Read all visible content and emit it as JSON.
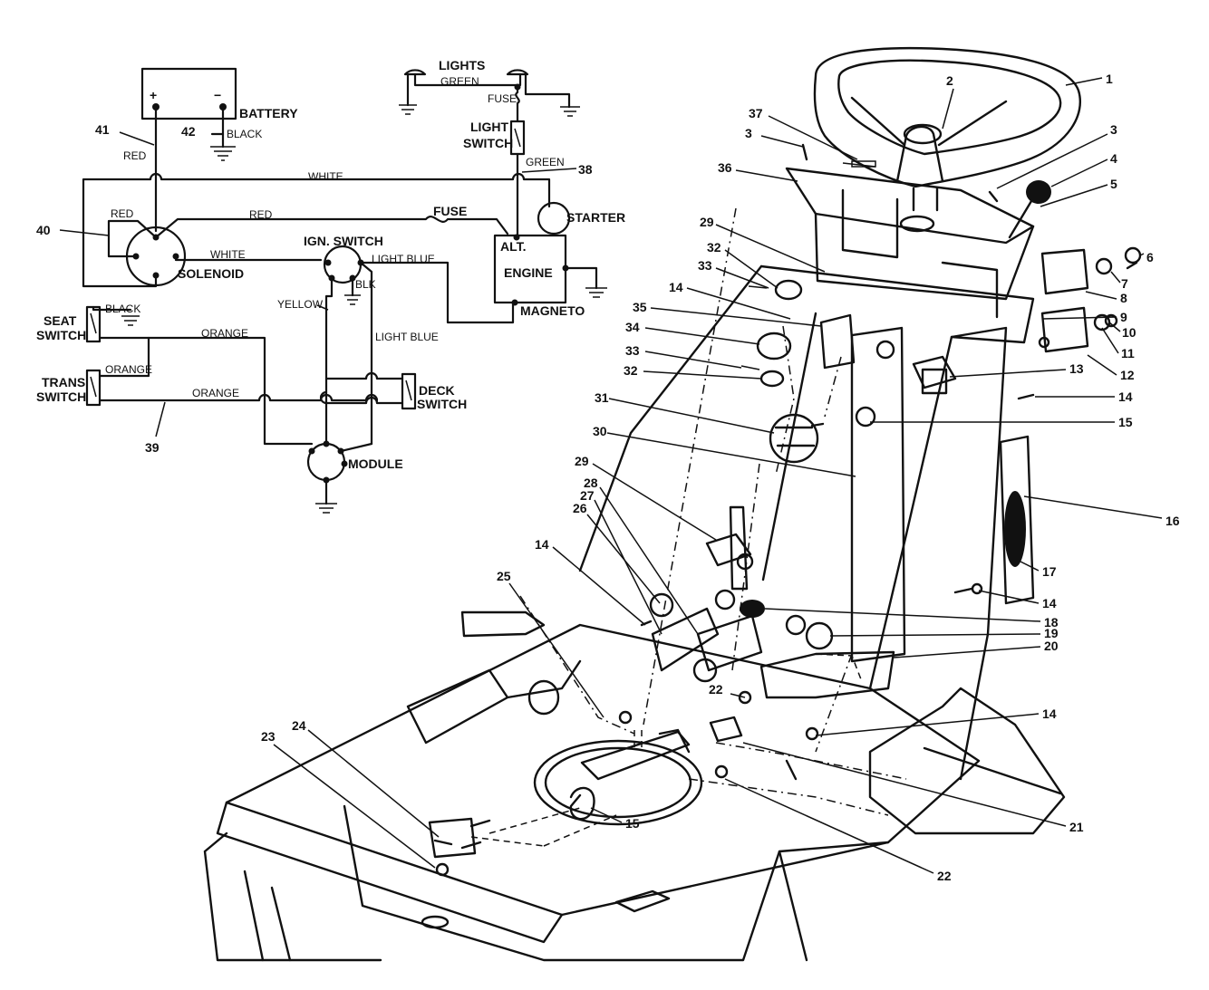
{
  "wiring": {
    "components": {
      "battery": "BATTERY",
      "plus": "+",
      "minus": "−",
      "lights": "LIGHTS",
      "fuse_top": "FUSE",
      "light_switch_1": "LIGHT",
      "light_switch_2": "SWITCH",
      "starter": "STARTER",
      "fuse_mid": "FUSE",
      "solenoid": "SOLENOID",
      "ign_switch": "IGN. SWITCH",
      "alt": "ALT.",
      "engine": "ENGINE",
      "magneto": "MAGNETO",
      "seat_switch_1": "SEAT",
      "seat_switch_2": "SWITCH",
      "trans_switch_1": "TRANS",
      "trans_switch_2": "SWITCH",
      "deck_switch_1": "DECK",
      "deck_switch_2": "SWITCH",
      "module": "MODULE"
    },
    "wires": {
      "green_lights": "GREEN",
      "green_38": "GREEN",
      "red_41": "RED",
      "black_42": "BLACK",
      "white_top": "WHITE",
      "red_sol": "RED",
      "red_fuse": "RED",
      "white_ign": "WHITE",
      "light_blue_1": "LIGHT BLUE",
      "blk": "BLK",
      "yellow": "YELLOW",
      "light_blue_2": "LIGHT BLUE",
      "black_seat": "BLACK",
      "orange_1": "ORANGE",
      "orange_2": "ORANGE",
      "orange_3": "ORANGE"
    },
    "callouts": {
      "c38": "38",
      "c40": "40",
      "c41": "41",
      "c42": "42",
      "c39": "39"
    }
  },
  "parts": {
    "p1": "1",
    "p2": "2",
    "p3a": "3",
    "p3b": "3",
    "p4": "4",
    "p5": "5",
    "p6": "6",
    "p7": "7",
    "p8": "8",
    "p9": "9",
    "p10": "10",
    "p11": "11",
    "p12": "12",
    "p13": "13",
    "p14a": "14",
    "p14b": "14",
    "p14c": "14",
    "p14d": "14",
    "p14e": "14",
    "p15a": "15",
    "p15b": "15",
    "p16": "16",
    "p17": "17",
    "p18": "18",
    "p19": "19",
    "p20": "20",
    "p21": "21",
    "p22a": "22",
    "p22b": "22",
    "p23": "23",
    "p24": "24",
    "p25": "25",
    "p26": "26",
    "p27": "27",
    "p28": "28",
    "p29a": "29",
    "p29b": "29",
    "p30": "30",
    "p31": "31",
    "p32a": "32",
    "p32b": "32",
    "p33a": "33",
    "p33b": "33",
    "p34": "34",
    "p35": "35",
    "p36": "36",
    "p37": "37"
  }
}
